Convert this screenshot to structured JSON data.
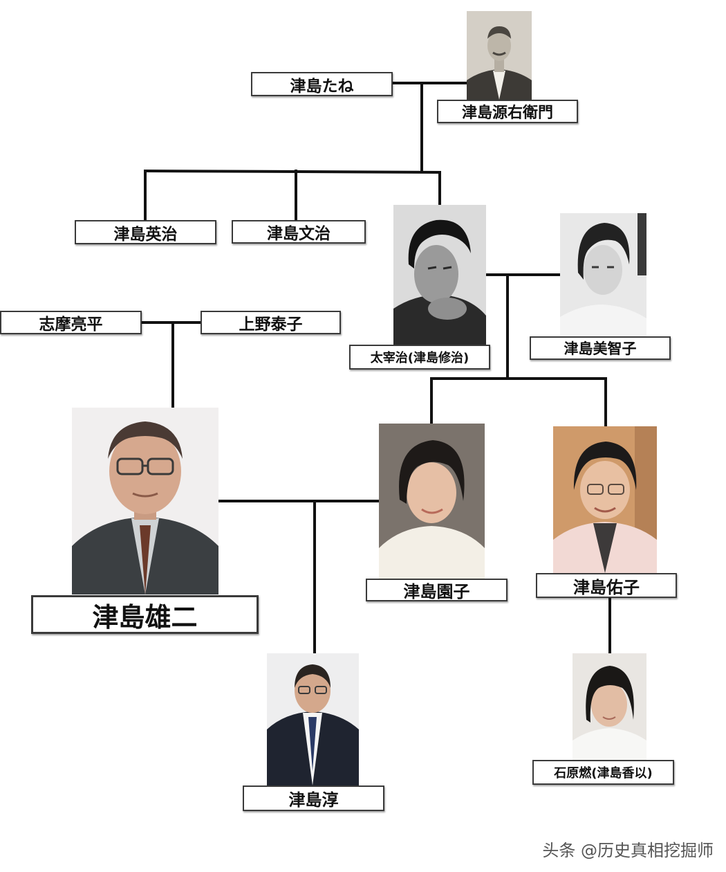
{
  "people": {
    "gen_emon": "津島源右衛門",
    "tane": "津島たね",
    "eiji": "津島英治",
    "bunji": "津島文治",
    "dazai": "太宰治(津島修治)",
    "michiko": "津島美智子",
    "shima": "志摩亮平",
    "ueno": "上野泰子",
    "yuji": "津島雄二",
    "sonoko": "津島園子",
    "yuko": "津島佑子",
    "jun": "津島淳",
    "ishihara": "石原燃(津島香以)"
  },
  "watermark": "头条 @历史真相挖掘师"
}
